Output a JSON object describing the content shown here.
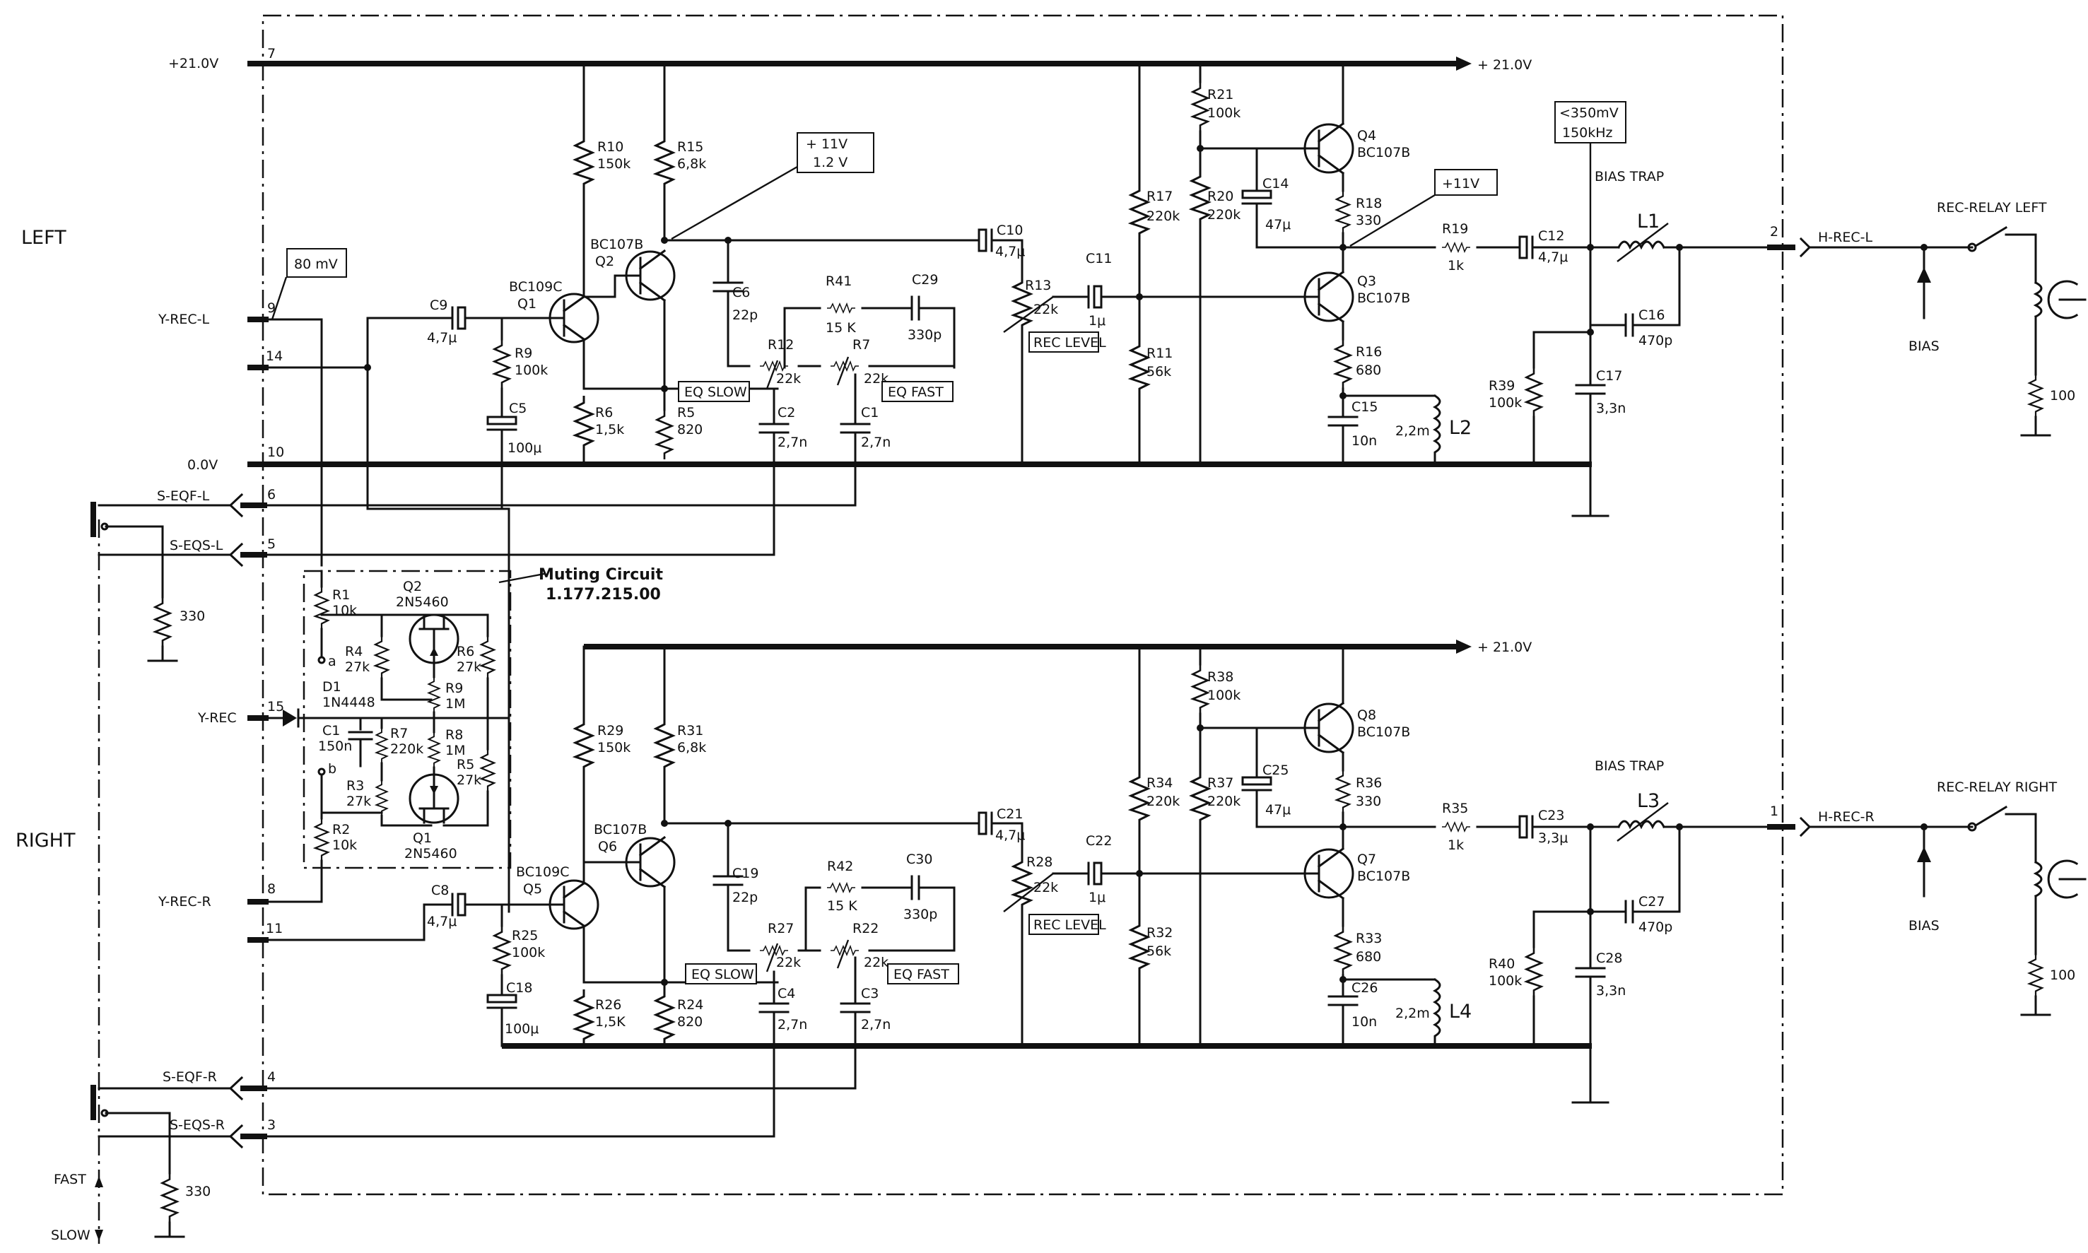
{
  "rails": {
    "supply_left": "+21.0V",
    "supply_right_top": "+ 21.0V",
    "supply_right_bottom": "+ 21.0V",
    "ground": "0.0V"
  },
  "channels": {
    "left": "LEFT",
    "right": "RIGHT"
  },
  "connectors": {
    "pin7": "7",
    "pin9": "9",
    "pin14": "14",
    "pin10": "10",
    "pin6": "6",
    "pin5": "5",
    "pin15": "15",
    "pin8": "8",
    "pin11": "11",
    "pin4": "4",
    "pin3": "3",
    "pin2": "2",
    "pin1": "1"
  },
  "signals": {
    "y_rec_l": "Y-REC-L",
    "y_rec": "Y-REC",
    "y_rec_r": "Y-REC-R",
    "s_eqf_l": "S-EQF-L",
    "s_eqs_l": "S-EQS-L",
    "s_eqf_r": "S-EQF-R",
    "s_eqs_r": "S-EQS-R",
    "h_rec_l": "H-REC-L",
    "h_rec_r": "H-REC-R",
    "rec_relay_left": "REC-RELAY LEFT",
    "rec_relay_right": "REC-RELAY RIGHT",
    "bias": "BIAS",
    "bias_trap": "BIAS TRAP",
    "fast": "FAST",
    "slow": "SLOW"
  },
  "annotations": {
    "mv80": "80 mV",
    "v11_top": "+ 11V",
    "v12": "1.2 V",
    "v11_q3": "+11V",
    "mv350": "<350mV",
    "khz150": "150kHz",
    "muting_title": "Muting Circuit",
    "muting_number": "1.177.215.00"
  },
  "boxes": {
    "eq_slow": "EQ SLOW",
    "eq_fast": "EQ FAST",
    "rec_level": "REC LEVEL"
  },
  "components_left": {
    "r10": "R10",
    "r10v": "150k",
    "r15": "R15",
    "r15v": "6,8k",
    "q1": "Q1",
    "q1t": "BC109C",
    "q2": "Q2",
    "q2t": "BC107B",
    "c9": "C9",
    "c9v": "4,7μ",
    "r9": "R9",
    "r9v": "100k",
    "c5": "C5",
    "c5v": "100μ",
    "r6": "R6",
    "r6v": "1,5k",
    "r5": "R5",
    "r5v": "820",
    "c6": "C6",
    "c6v": "22p",
    "r41": "R41",
    "r41v": "15 K",
    "c29": "C29",
    "c29v": "330p",
    "r12": "R12",
    "r12v": "22k",
    "r7": "R7",
    "r7v": "22k",
    "c2": "C2",
    "c2v": "2,7n",
    "c1": "C1",
    "c1v": "2,7n",
    "c10": "C10",
    "c10v": "4,7μ",
    "r13": "R13",
    "r13v": "22k",
    "c11": "C11",
    "c11v": "1μ",
    "r17": "R17",
    "r17v": "220k",
    "r11": "R11",
    "r11v": "56k",
    "r21": "R21",
    "r21v": "100k",
    "r20": "R20",
    "r20v": "220k",
    "c14": "C14",
    "c14v": "47μ",
    "q4": "Q4",
    "q4t": "BC107B",
    "r18": "R18",
    "r18v": "330",
    "q3": "Q3",
    "q3t": "BC107B",
    "r16": "R16",
    "r16v": "680",
    "c15": "C15",
    "c15v": "10n",
    "l2v": "2,2m",
    "l2": "L2",
    "r19": "R19",
    "r19v": "1k",
    "c12": "C12",
    "c12v": "4,7μ",
    "l1": "L1",
    "c16": "C16",
    "c16v": "470p",
    "c17": "C17",
    "c17v": "3,3n",
    "r39": "R39",
    "r39v": "100k",
    "out_r": "100"
  },
  "components_right": {
    "r29": "R29",
    "r29v": "150k",
    "r31": "R31",
    "r31v": "6,8k",
    "q5": "Q5",
    "q5t": "BC109C",
    "q6": "Q6",
    "q6t": "BC107B",
    "c8": "C8",
    "c8v": "4,7μ",
    "r25": "R25",
    "r25v": "100k",
    "c18": "C18",
    "c18v": "100μ",
    "r26": "R26",
    "r26v": "1,5K",
    "r24": "R24",
    "r24v": "820",
    "c19": "C19",
    "c19v": "22p",
    "r42": "R42",
    "r42v": "15 K",
    "c30": "C30",
    "c30v": "330p",
    "r27": "R27",
    "r27v": "22k",
    "r22": "R22",
    "r22v": "22k",
    "c4": "C4",
    "c4v": "2,7n",
    "c3": "C3",
    "c3v": "2,7n",
    "c21": "C21",
    "c21v": "4,7μ",
    "r28": "R28",
    "r28v": "22k",
    "c22": "C22",
    "c22v": "1μ",
    "r34": "R34",
    "r34v": "220k",
    "r32": "R32",
    "r32v": "56k",
    "r38": "R38",
    "r38v": "100k",
    "r37": "R37",
    "r37v": "220k",
    "c25": "C25",
    "c25v": "47μ",
    "q8": "Q8",
    "q8t": "BC107B",
    "r36": "R36",
    "r36v": "330",
    "q7": "Q7",
    "q7t": "BC107B",
    "r33": "R33",
    "r33v": "680",
    "c26": "C26",
    "c26v": "10n",
    "l4v": "2,2m",
    "l4": "L4",
    "r35": "R35",
    "r35v": "1k",
    "c23": "C23",
    "c23v": "3,3μ",
    "l3": "L3",
    "c27": "C27",
    "c27v": "470p",
    "c28": "C28",
    "c28v": "3,3n",
    "r40": "R40",
    "r40v": "100k",
    "out_r": "100"
  },
  "muting": {
    "r1": "R1",
    "r1v": "10k",
    "r4": "R4",
    "r4v": "27k",
    "q2": "Q2",
    "q2t": "2N5460",
    "r6": "R6",
    "r6v": "27k",
    "a": "a",
    "d1": "D1",
    "d1t": "1N4448",
    "r9": "R9",
    "r9v": "1M",
    "c1": "C1",
    "c1v": "150n",
    "r7": "R7",
    "r7v": "220k",
    "r8": "R8",
    "r8v": "1M",
    "b": "b",
    "r3": "R3",
    "r3v": "27k",
    "r5": "R5",
    "r5v": "27k",
    "q1": "Q1",
    "q1t": "2N5460",
    "r2": "R2",
    "r2v": "10k"
  },
  "bottom_resistors": {
    "top": "330",
    "bottom": "330"
  }
}
